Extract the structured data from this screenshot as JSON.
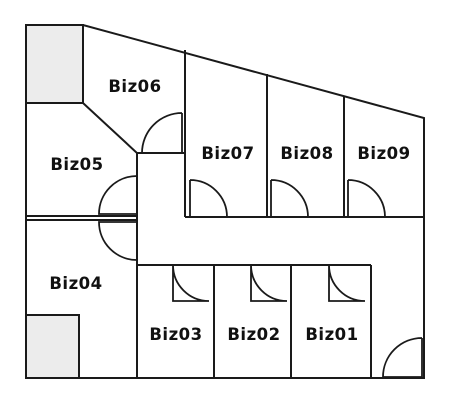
{
  "floor_plan": {
    "rooms": [
      {
        "id": "biz01",
        "label": "Biz01"
      },
      {
        "id": "biz02",
        "label": "Biz02"
      },
      {
        "id": "biz03",
        "label": "Biz03"
      },
      {
        "id": "biz04",
        "label": "Biz04"
      },
      {
        "id": "biz05",
        "label": "Biz05"
      },
      {
        "id": "biz06",
        "label": "Biz06"
      },
      {
        "id": "biz07",
        "label": "Biz07"
      },
      {
        "id": "biz08",
        "label": "Biz08"
      },
      {
        "id": "biz09",
        "label": "Biz09"
      }
    ]
  },
  "colors": {
    "wall": "#1a1a1a",
    "shaded_area": "#ececec",
    "background": "#ffffff"
  }
}
